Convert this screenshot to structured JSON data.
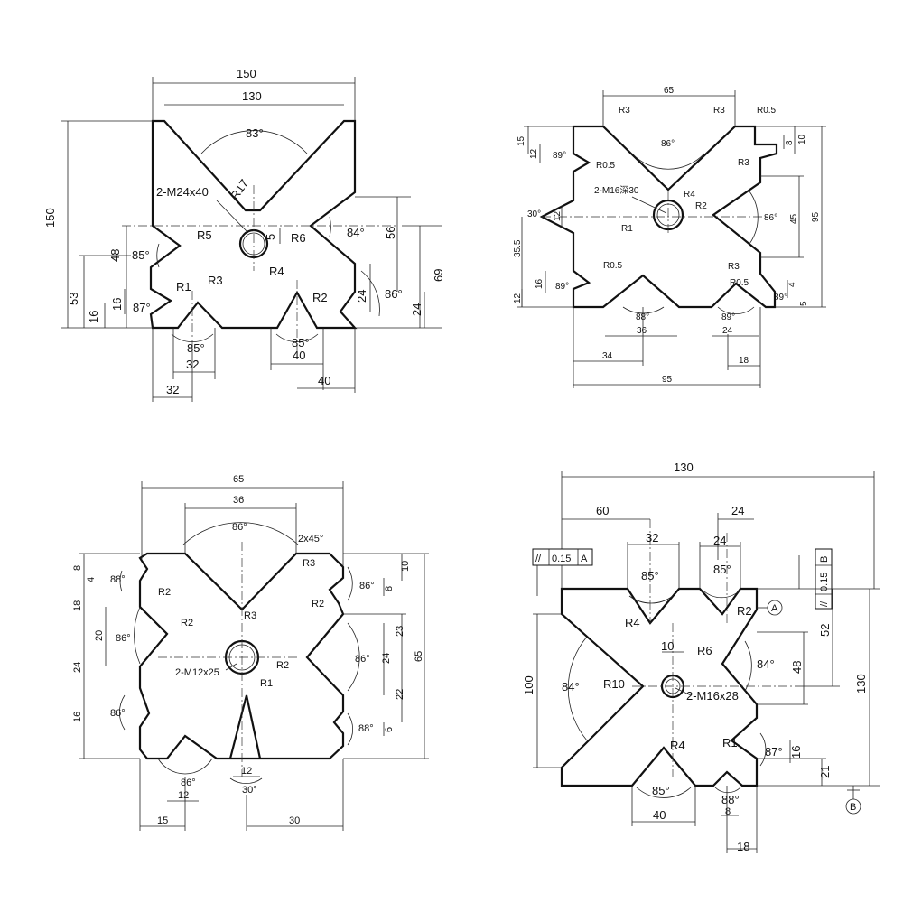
{
  "views": {
    "tl": {
      "w_150": "150",
      "w_130": "130",
      "h_150": "150",
      "a_83": "83°",
      "r17": "R17",
      "thread": "2-M24x40",
      "r5": "R5",
      "r6": "R6",
      "r1": "R1",
      "r3": "R3",
      "r4": "R4",
      "r2": "R2",
      "a_85_left": "85°",
      "a_84": "84°",
      "a_87": "87°",
      "a_86": "86°",
      "a_85_b1": "85°",
      "a_85_b2": "85°",
      "h_48": "48",
      "h_53": "53",
      "h_16": "16",
      "h_16b": "16",
      "h_5": "5",
      "h_56": "56",
      "h_69": "69",
      "h_24": "24",
      "h_24b": "24",
      "w_32": "32",
      "w_40": "40",
      "w_32b": "32",
      "w_40b": "40"
    },
    "tr": {
      "w_65": "65",
      "r3_a": "R3",
      "r3_b": "R3",
      "r3_c": "R3",
      "r3_d": "R3",
      "r05_a": "R0.5",
      "r05_b": "R0.5",
      "r05_c": "R0.5",
      "r05_d": "R0.5",
      "a_86_top": "86°",
      "a_89_tl": "89°",
      "thread": "2-M16深30",
      "r4": "R4",
      "r2": "R2",
      "a_30": "30°",
      "r1": "R1",
      "a_86_r": "86°",
      "a_89_bl": "89°",
      "a_88": "88°",
      "a_89_b": "89°",
      "a_89_br": "89°",
      "h_15": "15",
      "h_12": "12",
      "h_12b": "12",
      "h_35_5": "35.5",
      "h_16": "16",
      "h_12c": "12",
      "h_10": "10",
      "h_8": "8",
      "h_45": "45",
      "h_95": "95",
      "h_4": "4",
      "h_5": "5",
      "w_36": "36",
      "w_24": "24",
      "w_34": "34",
      "w_18": "18",
      "w_95": "95"
    },
    "bl": {
      "w_65": "65",
      "w_36": "36",
      "a_86_top": "86°",
      "chamfer": "2x45°",
      "r3_a": "R3",
      "r3_b": "R3",
      "h_8": "8",
      "h_4": "4",
      "a_88_l": "88°",
      "r2_a": "R2",
      "h_18": "18",
      "r2_b": "R2",
      "h_20": "20",
      "a_86_l": "86°",
      "h_24": "24",
      "thread": "2-M12x25",
      "r1": "R1",
      "h_16": "16",
      "a_86_l2": "86°",
      "h_10": "10",
      "h_8r": "8",
      "a_86_r1": "86°",
      "r2_c": "R2",
      "r2_d": "R2",
      "h_23": "23",
      "h_24r": "24",
      "h_22": "22",
      "a_86_r2": "86°",
      "h_65": "65",
      "a_88_r": "88°",
      "h_6": "6",
      "w_12": "12",
      "a_30": "30°",
      "a_86_b": "86°",
      "w_12b": "12",
      "w_15": "15",
      "w_30": "30"
    },
    "br": {
      "w_130": "130",
      "w_60": "60",
      "w_24": "24",
      "w_32": "32",
      "w_24b": "24",
      "tol_a": "//",
      "tol_a_val": "0.15",
      "tol_a_ref": "A",
      "tol_b": "//",
      "tol_b_val": "0.15",
      "tol_b_ref": "B",
      "a_85_1": "85°",
      "a_85_2": "85°",
      "r4_a": "R4",
      "r2": "R2",
      "datum_a": "A",
      "h_100": "100",
      "a_84_l": "84°",
      "r10": "R10",
      "w_10": "10",
      "r6": "R6",
      "a_84_r": "84°",
      "h_52": "52",
      "h_48": "48",
      "h_130": "130",
      "thread": "2-M16x28",
      "r4_b": "R4",
      "r1": "R1",
      "a_87": "87°",
      "h_16": "16",
      "h_21": "21",
      "a_85_b": "85°",
      "a_88": "88°",
      "w_8": "8",
      "w_40": "40",
      "w_18": "18",
      "datum_b": "B"
    }
  }
}
